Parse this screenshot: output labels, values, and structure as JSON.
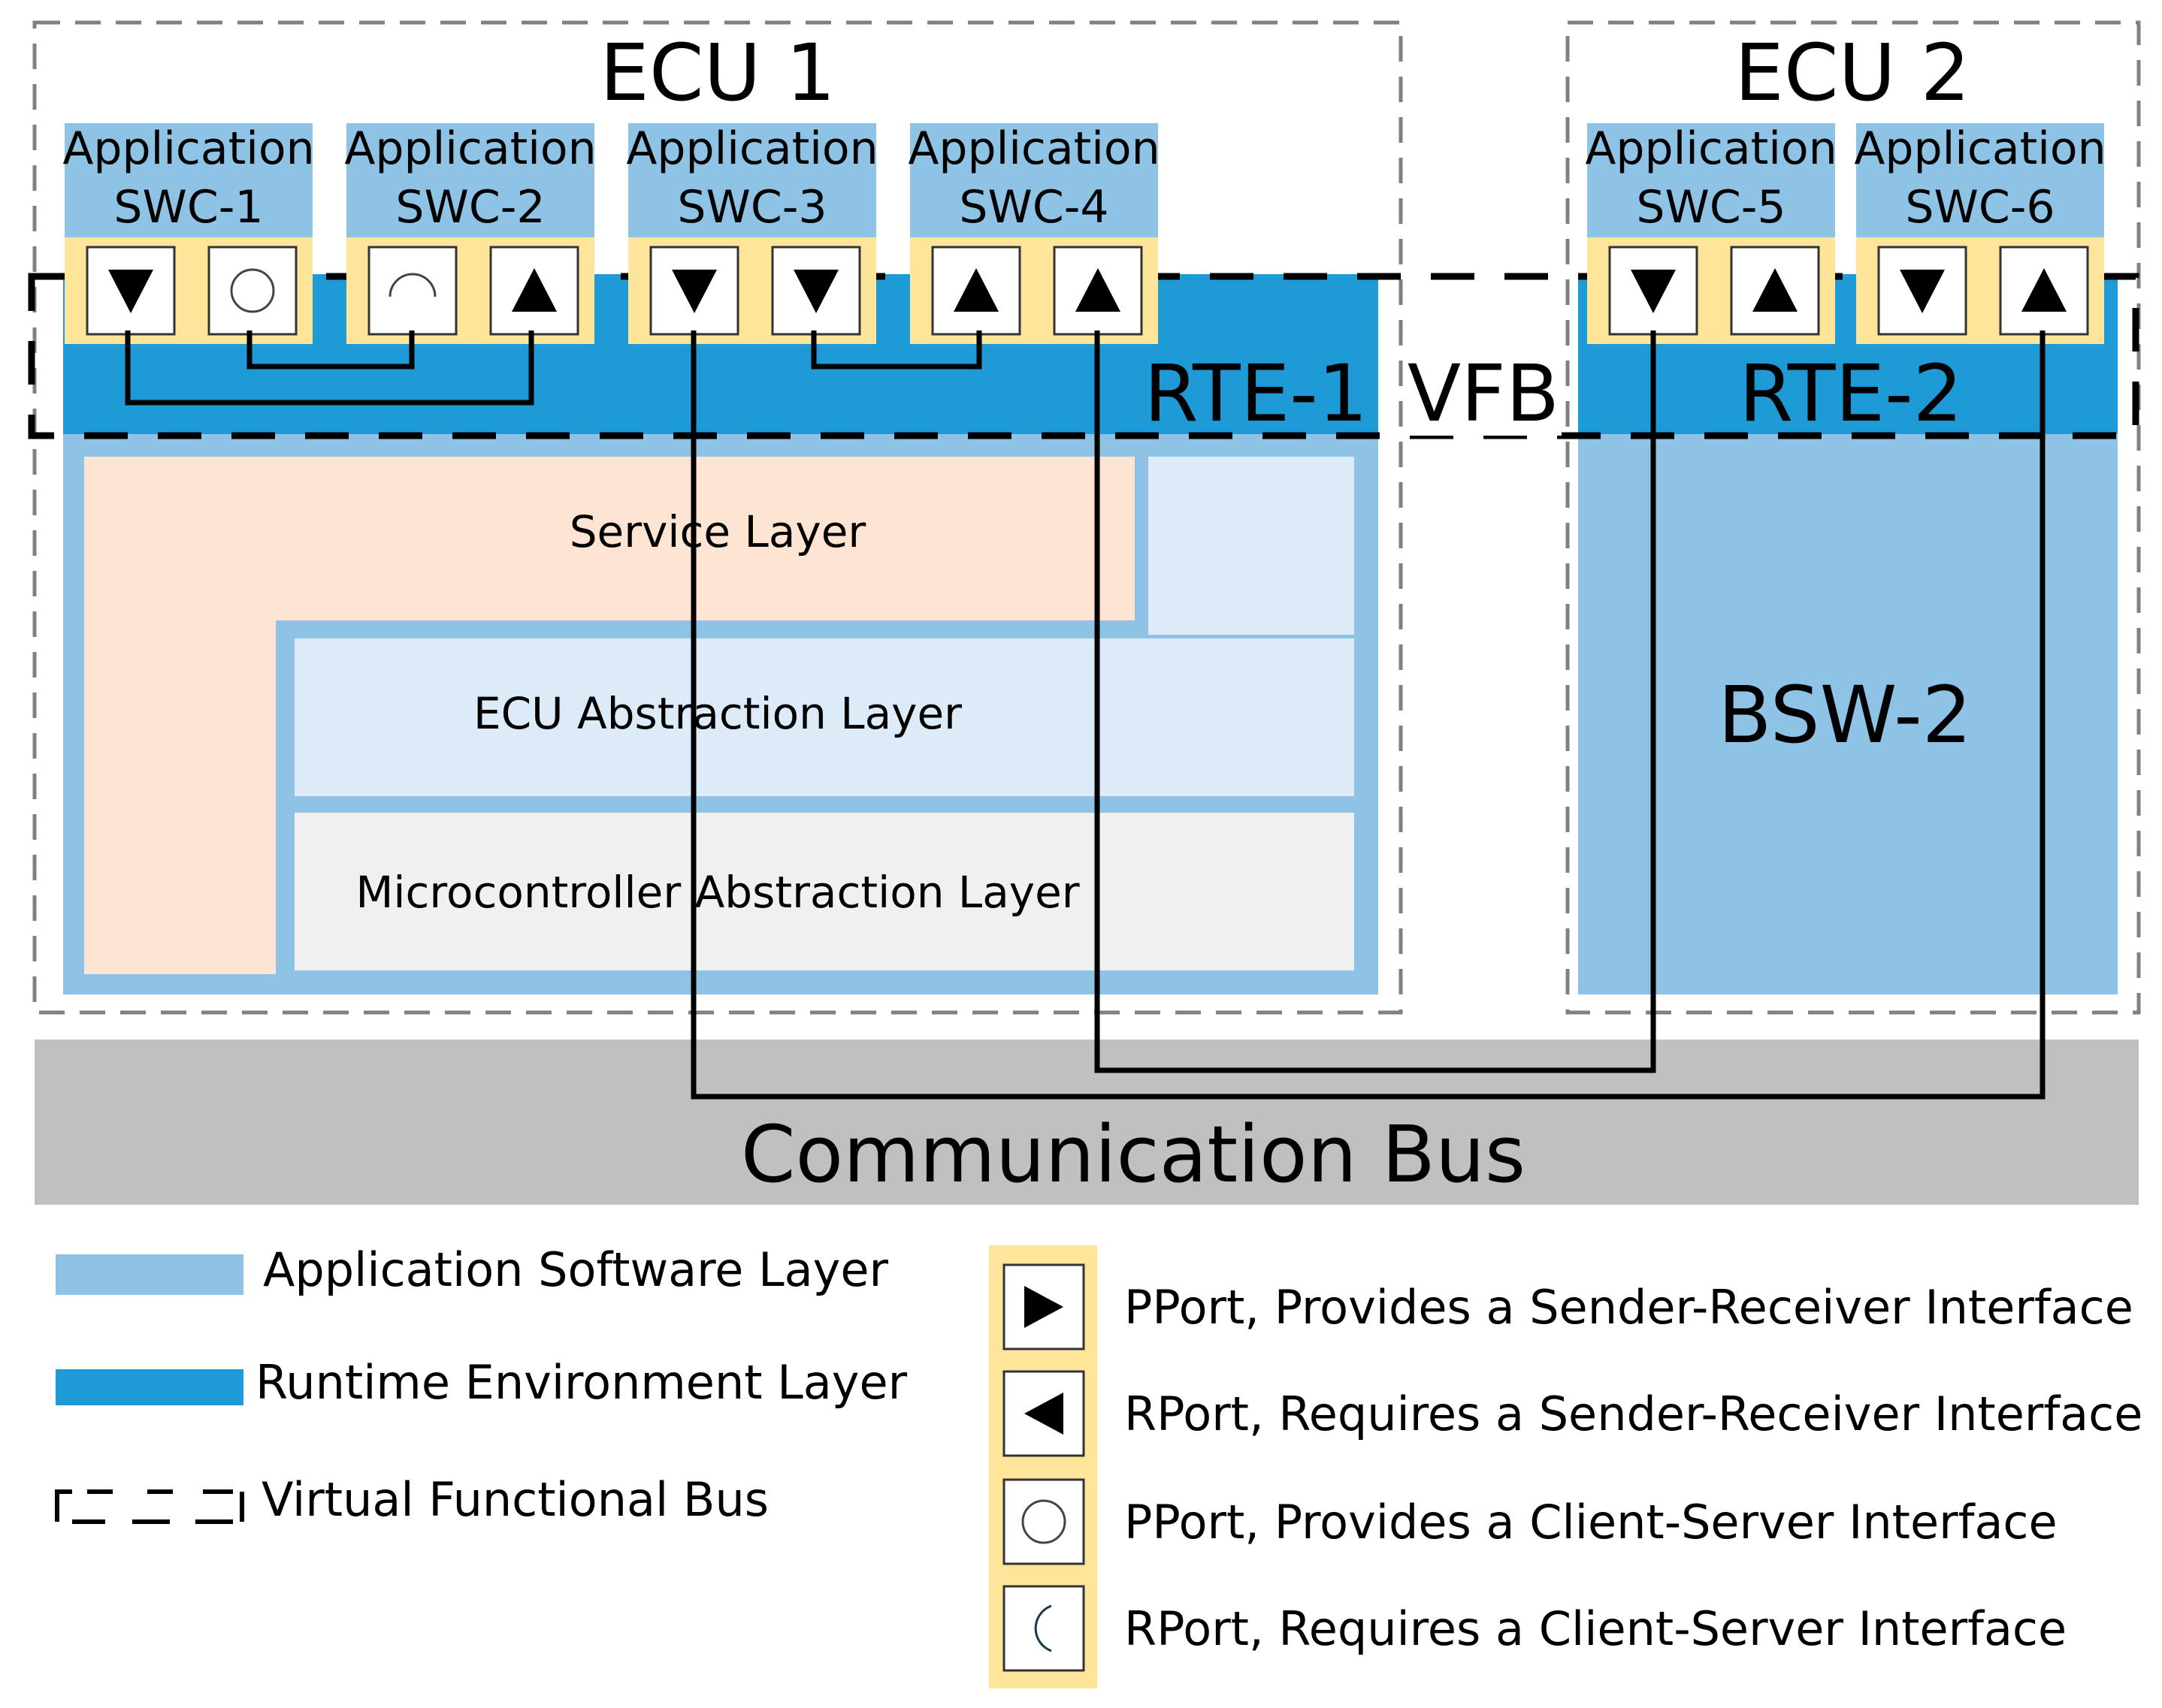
{
  "ecu1": {
    "title": "ECU 1",
    "rte": "RTE-1",
    "layers": {
      "service": "Service Layer",
      "ecu_abstraction": "ECU Abstraction Layer",
      "microcontroller": "Microcontroller Abstraction Layer"
    },
    "swcs": [
      {
        "line1": "Application",
        "line2": "SWC-1",
        "ports": [
          "rport-sr",
          "pport-cs"
        ]
      },
      {
        "line1": "Application",
        "line2": "SWC-2",
        "ports": [
          "rport-cs",
          "pport-sr"
        ]
      },
      {
        "line1": "Application",
        "line2": "SWC-3",
        "ports": [
          "rport-sr",
          "rport-sr"
        ]
      },
      {
        "line1": "Application",
        "line2": "SWC-4",
        "ports": [
          "pport-sr",
          "pport-sr"
        ]
      }
    ]
  },
  "ecu2": {
    "title": "ECU 2",
    "rte": "RTE-2",
    "bsw": "BSW-2",
    "swcs": [
      {
        "line1": "Application",
        "line2": "SWC-5",
        "ports": [
          "rport-sr",
          "pport-sr"
        ]
      },
      {
        "line1": "Application",
        "line2": "SWC-6",
        "ports": [
          "rport-sr",
          "pport-sr"
        ]
      }
    ]
  },
  "vfb_label": "VFB",
  "bus_label": "Communication Bus",
  "legend_left": [
    {
      "label": "Application Software Layer",
      "swatch": "#8ec3e6"
    },
    {
      "label": "Runtime Environment Layer",
      "swatch": "#1e9bd7"
    },
    {
      "label": "Virtual Functional Bus",
      "swatch": "dashed"
    }
  ],
  "legend_right": [
    {
      "label": "PPort, Provides a Sender-Receiver Interface",
      "icon": "triangle-right-icon"
    },
    {
      "label": "RPort, Requires a Sender-Receiver Interface",
      "icon": "triangle-left-icon"
    },
    {
      "label": "PPort, Provides a Client-Server Interface",
      "icon": "circle-icon"
    },
    {
      "label": "RPort, Requires a Client-Server Interface",
      "icon": "arc-icon"
    }
  ],
  "colors": {
    "app_layer": "#8ec3e6",
    "rte_layer": "#1e9bd7",
    "service": "#fde4d3",
    "ecu_abs": "#dcebf7",
    "mcal": "#f0f0f0",
    "port_bg": "#ffe599",
    "bus": "#c0c0c0"
  }
}
